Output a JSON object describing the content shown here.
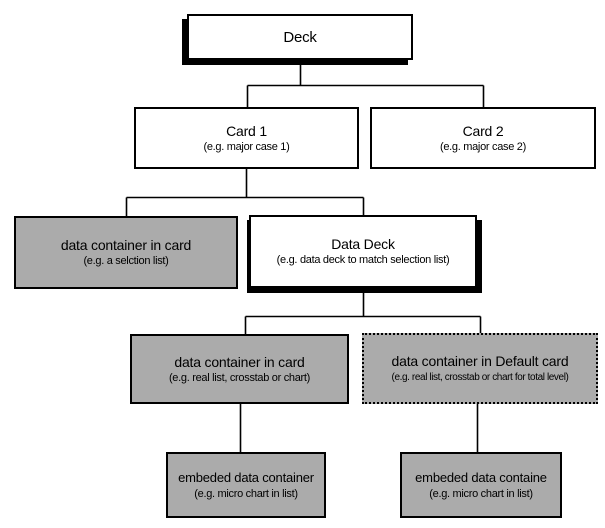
{
  "diagram": {
    "colors": {
      "background": "#ffffff",
      "box_white_fill": "#ffffff",
      "box_gray_fill": "#ababab",
      "border_and_lines": "#000000"
    },
    "nodes": {
      "deck": {
        "title": "Deck"
      },
      "card1": {
        "title": "Card 1",
        "subtitle": "(e.g. major case 1)"
      },
      "card2": {
        "title": "Card 2",
        "subtitle": "(e.g. major case 2)"
      },
      "data_container_in_card_selection": {
        "title": "data container in card",
        "subtitle": "(e.g. a selction list)"
      },
      "data_deck": {
        "title": "Data Deck",
        "subtitle": "(e.g. data deck to match selection list)"
      },
      "data_container_in_card_real": {
        "title": "data container in card",
        "subtitle": "(e.g. real list, crosstab or chart)"
      },
      "data_container_in_default_card": {
        "title": "data container in Default card",
        "subtitle": "(e.g. real list, crosstab or chart for total level)"
      },
      "embedded_data_container_left": {
        "title": "embeded data container",
        "subtitle": "(e.g. micro chart in list)"
      },
      "embedded_data_container_right": {
        "title": "embeded data containe",
        "subtitle": "(e.g. micro chart in list)"
      }
    }
  }
}
